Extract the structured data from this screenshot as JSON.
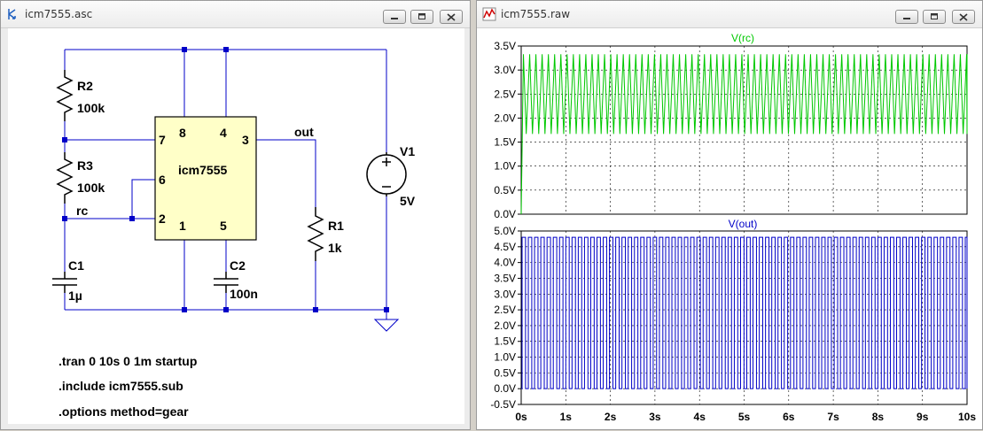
{
  "schematic_window": {
    "title": "icm7555.asc",
    "components": {
      "r2_name": "R2",
      "r2_value": "100k",
      "r3_name": "R3",
      "r3_value": "100k",
      "c1_name": "C1",
      "c1_value": "1µ",
      "c2_name": "C2",
      "c2_value": "100n",
      "r1_name": "R1",
      "r1_value": "1k",
      "v1_name": "V1",
      "v1_value": "5V",
      "ic_name": "icm7555",
      "pins": [
        "8",
        "4",
        "3",
        "7",
        "6",
        "2",
        "1",
        "5"
      ]
    },
    "net_labels": {
      "rc": "rc",
      "out": "out"
    },
    "directives": [
      ".tran 0 10s 0 1m startup",
      ".include icm7555.sub",
      ".options method=gear"
    ]
  },
  "plot_window": {
    "title": "icm7555.raw",
    "trace_color_rc": "#00c800",
    "trace_color_out": "#0000c8",
    "wire_color": "#0000c8"
  },
  "chart_data": [
    {
      "type": "line",
      "title": "V(rc)",
      "series": [
        {
          "name": "V(rc)",
          "color": "#00c800",
          "description_values": {
            "period_s": 0.14,
            "min": 1.67,
            "max": 3.33,
            "start": 0.0
          }
        }
      ],
      "ylim": [
        0.0,
        3.5
      ],
      "yticks": [
        "3.5V",
        "3.0V",
        "2.5V",
        "2.0V",
        "1.5V",
        "1.0V",
        "0.5V",
        "0.0V"
      ],
      "xlim": [
        0,
        10
      ],
      "grid": true
    },
    {
      "type": "line",
      "title": "V(out)",
      "series": [
        {
          "name": "V(out)",
          "color": "#0000c8",
          "description_values": {
            "period_s": 0.14,
            "low": 0.0,
            "high": 4.8
          }
        }
      ],
      "ylim": [
        -0.5,
        5.0
      ],
      "yticks": [
        "5.0V",
        "4.5V",
        "4.0V",
        "3.5V",
        "3.0V",
        "2.5V",
        "2.0V",
        "1.5V",
        "1.0V",
        "0.5V",
        "0.0V",
        "-0.5V"
      ],
      "xlim": [
        0,
        10
      ],
      "xticks": [
        "0s",
        "1s",
        "2s",
        "3s",
        "4s",
        "5s",
        "6s",
        "7s",
        "8s",
        "9s",
        "10s"
      ],
      "grid": true
    }
  ]
}
